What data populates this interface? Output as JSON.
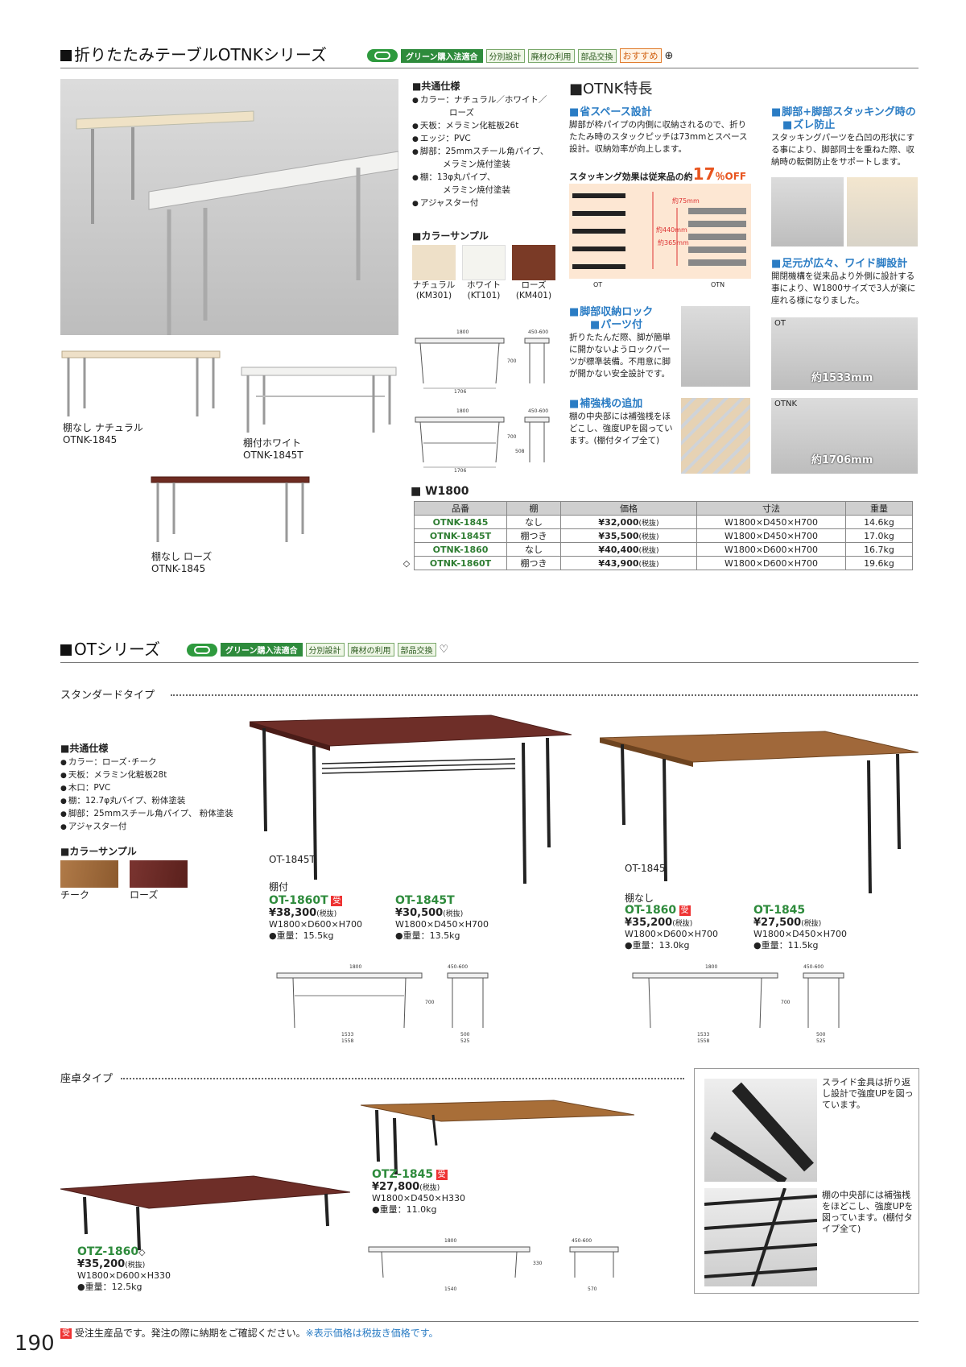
{
  "otnk": {
    "title": "折りたたみテーブルOTNKシリーズ",
    "badges": [
      "グリーン購入法適合",
      "分別設計",
      "廃材の利用",
      "部品交換"
    ],
    "recommend": "おすすめ",
    "mark": "⊕",
    "spec": {
      "title": "■共通仕様",
      "items": [
        "カラー：ナチュラル／ホワイト／",
        "ローズ",
        "天板：メラミン化粧板26t",
        "エッジ：PVC",
        "脚部：25mmスチール角パイプ、",
        "メラミン焼付塗装",
        "棚：13φ丸パイプ、",
        "メラミン焼付塗装",
        "アジャスター付"
      ]
    },
    "color_sample": {
      "title": "■カラーサンプル",
      "swatches": [
        {
          "name": "ナチュラル",
          "code": "(KM301)",
          "color": "#eee0c8"
        },
        {
          "name": "ホワイト",
          "code": "(KT101)",
          "color": "#f4f4ef"
        },
        {
          "name": "ローズ",
          "code": "(KM401)",
          "color": "#7a3a26"
        }
      ]
    },
    "photo_captions": [
      {
        "line1": "棚なし ナチュラル",
        "line2": "OTNK-1845"
      },
      {
        "line1": "棚付ホワイト",
        "line2": "OTNK-1845T"
      },
      {
        "line1": "棚なし ローズ",
        "line2": "OTNK-1845"
      }
    ],
    "drawings": {
      "d1": {
        "w": "1800",
        "d": "450-600",
        "inner": "1706",
        "h": "700"
      },
      "d2": {
        "w": "1800",
        "d": "450-600",
        "inner": "1706",
        "h": "700",
        "h2": "508"
      }
    },
    "features": {
      "title": "■OTNK特長",
      "f1": {
        "h": "省スペース設計",
        "t": "脚部が枠パイプの内側に収納されるので、折りたたみ時のスタックピッチは73mmとスペース設計。収納効率が向上します。"
      },
      "stack": {
        "label": "スタッキング効果は従来品の約",
        "value": "17",
        "suffix": "％OFF",
        "a": "約440mm",
        "b": "約365mm",
        "c": "約75mm",
        "ot": "OT",
        "otn": "OTN"
      },
      "f2": {
        "h1": "脚部+脚部スタッキング時の",
        "h2": "ズレ防止",
        "t": "スタッキングパーツを凸凹の形状にする事により、脚部同士を重ねた際、収納時の転倒防止をサポートします。"
      },
      "f3": {
        "h": "足元が広々、ワイド脚設計",
        "t": "開閉機構を従来品より外側に設計する事により、W1800サイズで3人が楽に座れる様になりました。"
      },
      "f4": {
        "h1": "脚部収納ロック",
        "h2": "パーツ付",
        "t": "折りたたんだ際、脚が簡単に開かないようロックパーツが標準装備。不用意に脚が開かない安全設計です。"
      },
      "f5": {
        "h": "補強桟の追加",
        "t": "棚の中央部には補強桟をほどこし、強度UPを図っています。(棚付タイプ全て)"
      },
      "ot_label": "OT",
      "ot_width": "約1533mm",
      "otnk_label": "OTNK",
      "otnk_width": "約1706mm"
    },
    "table": {
      "heading": "■ W1800",
      "headers": [
        "品番",
        "棚",
        "価格",
        "寸法",
        "重量"
      ],
      "tax": "(税抜)",
      "rows": [
        {
          "mark": "",
          "code": "OTNK-1845",
          "shelf": "なし",
          "price": "¥32,000",
          "size": "W1800×D450×H700",
          "weight": "14.6kg"
        },
        {
          "mark": "",
          "code": "OTNK-1845T",
          "shelf": "棚つき",
          "price": "¥35,500",
          "size": "W1800×D450×H700",
          "weight": "17.0kg"
        },
        {
          "mark": "",
          "code": "OTNK-1860",
          "shelf": "なし",
          "price": "¥40,400",
          "size": "W1800×D600×H700",
          "weight": "16.7kg"
        },
        {
          "mark": "◇",
          "code": "OTNK-1860T",
          "shelf": "棚つき",
          "price": "¥43,900",
          "size": "W1800×D600×H700",
          "weight": "19.6kg"
        }
      ]
    }
  },
  "ot": {
    "title": "OTシリーズ",
    "badges": [
      "グリーン購入法適合",
      "分別設計",
      "廃材の利用",
      "部品交換"
    ],
    "mark": "♡",
    "standard_label": "スタンダードタイプ",
    "spec": {
      "title": "■共通仕様",
      "items": [
        "カラー：ローズ･チーク",
        "天板：メラミン化粧板28t",
        "木口：PVC",
        "棚：12.7φ丸パイプ、粉体塗装",
        "脚部：25mmスチール角パイプ、 粉体塗装",
        "アジャスター付"
      ]
    },
    "color_sample": {
      "title": "■カラーサンプル",
      "swatches": [
        {
          "name": "チーク",
          "color": "#a0683a"
        },
        {
          "name": "ローズ",
          "color": "#6e2c28"
        }
      ]
    },
    "photo1_label": "OT-1845T",
    "photo2_label": "OT-1845",
    "group1": {
      "label": "棚付",
      "p1": {
        "code": "OT-1860T",
        "ju": "受",
        "price": "¥38,300",
        "tax": "(税抜)",
        "size": "W1800×D600×H700",
        "weight": "●重量：15.5kg"
      },
      "p2": {
        "code": "OT-1845T",
        "price": "¥30,500",
        "tax": "(税抜)",
        "size": "W1800×D450×H700",
        "weight": "●重量：13.5kg"
      }
    },
    "group2": {
      "label": "棚なし",
      "p1": {
        "code": "OT-1860",
        "ju": "受",
        "price": "¥35,200",
        "tax": "(税抜)",
        "size": "W1800×D600×H700",
        "weight": "●重量：13.0kg"
      },
      "p2": {
        "code": "OT-1845",
        "price": "¥27,500",
        "tax": "(税抜)",
        "size": "W1800×D450×H700",
        "weight": "●重量：11.5kg"
      }
    },
    "zataku_label": "座卓タイプ",
    "otz1845": {
      "code": "OTZ-1845",
      "ju": "受",
      "price": "¥27,800",
      "tax": "(税抜)",
      "size": "W1800×D450×H330",
      "weight": "●重量：11.0kg"
    },
    "otz1860": {
      "code": "OTZ-1860",
      "mark": "◇",
      "price": "¥35,200",
      "tax": "(税抜)",
      "size": "W1800×D600×H330",
      "weight": "●重量：12.5kg"
    },
    "detail1": "スライド金具は折り返し設計で強度UPを図っています。",
    "detail2": "棚の中央部には補強桟をほどこし、強度UPを図っています。(棚付タイプ全て)",
    "dims": {
      "w": "1800",
      "d": "450-600",
      "h": "700",
      "a": "1533",
      "b": "1558",
      "c": "500",
      "e": "525",
      "zw": "1540",
      "zd": "570",
      "zh": "330"
    }
  },
  "footer": {
    "page": "190",
    "ju": "受",
    "note": "受注生産品です。発注の際に納期をご確認ください。",
    "note2": "※表示価格は税抜き価格です。"
  }
}
